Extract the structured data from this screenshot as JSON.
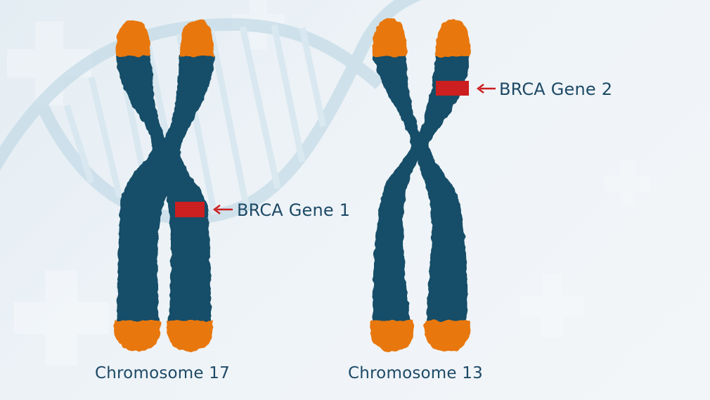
{
  "colors": {
    "chromatid": "#124e68",
    "telomere": "#e8770f",
    "gene_band": "#cc1f1f",
    "label_text": "#1d4a66",
    "arrow": "#cc1f1f",
    "background": "#eaf0f5"
  },
  "chromosomes": [
    {
      "caption": "Chromosome 17",
      "gene_label": "BRCA Gene 1"
    },
    {
      "caption": "Chromosome 13",
      "gene_label": "BRCA Gene 2"
    }
  ],
  "background_motif": [
    "dna-helix-icon",
    "medical-cross-icon"
  ]
}
